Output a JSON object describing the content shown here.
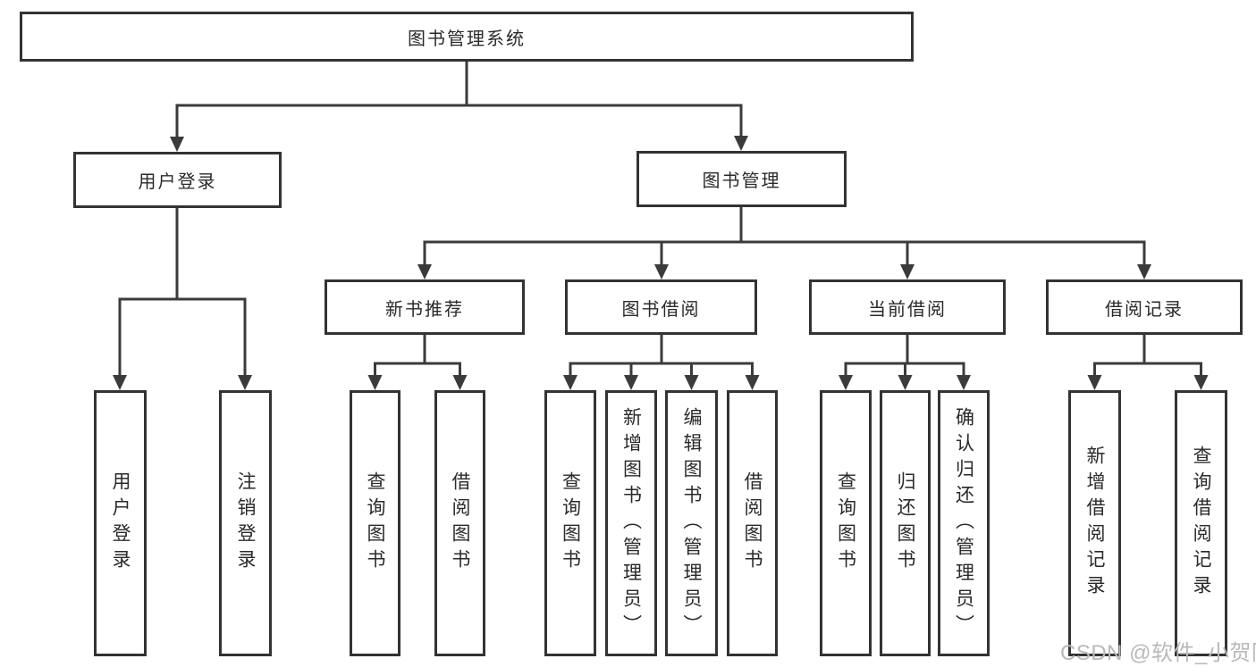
{
  "diagram_title": "图书管理系统",
  "nodes": {
    "root": "图书管理系统",
    "user_login": "用户登录",
    "book_mgmt": "图书管理",
    "user_login_children": [
      "用户登录",
      "注销登录"
    ],
    "book_mgmt_children": [
      "新书推荐",
      "图书借阅",
      "当前借阅",
      "借阅记录"
    ],
    "new_book_children": [
      "查询图书",
      "借阅图书"
    ],
    "book_borrow_children": [
      "查询图书",
      "新增图书（管理员）",
      "编辑图书（管理员）",
      "借阅图书"
    ],
    "current_borrow_children": [
      "查询图书",
      "归还图书",
      "确认归还（管理员）"
    ],
    "borrow_record_children": [
      "新增借阅记录",
      "查询借阅记录"
    ]
  },
  "watermark": "CSDN @软件_小贺同学",
  "colors": {
    "line": "#3b3b3b",
    "box_border": "#333333",
    "text": "#2a2a2a",
    "watermark": "#b9b9b9",
    "background": "#ffffff"
  }
}
